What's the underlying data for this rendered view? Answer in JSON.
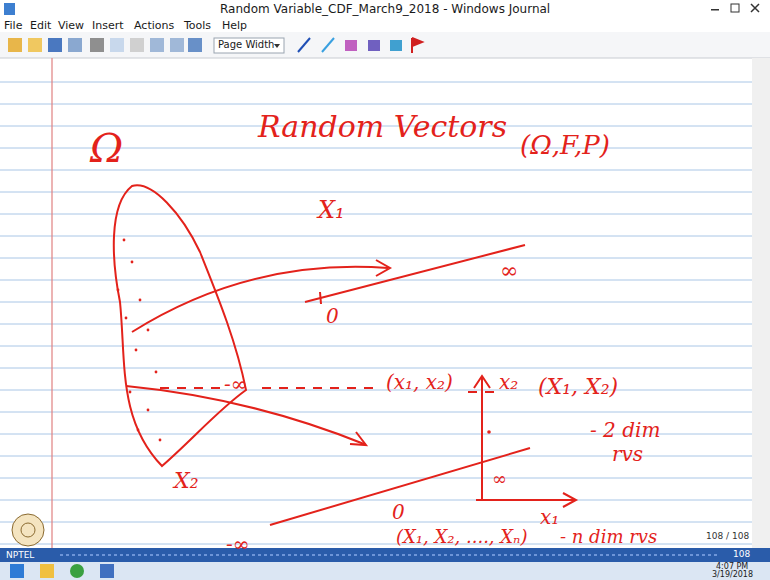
{
  "diagram": {
    "title": "Random Vectors",
    "labels": [
      "Random Variable_CDF_March9_2018 - Windows Journal",
      "File",
      "Edit",
      "View",
      "Insert",
      "Actions",
      "Tools",
      "Help",
      "Page Width",
      "(Ω,F,P)",
      "Ω",
      "X₁",
      "0",
      "∞",
      "-∞",
      "(x₁, x₂)",
      "x₂",
      "(X₁, X₂)",
      "- 2 dim",
      "rvs",
      "X₂",
      "0",
      "∞",
      "-∞",
      "x₁",
      "(X₁, X₂, ...., Xₙ)",
      "- n dim rvs",
      "108 / 108",
      "108",
      "NPTEL",
      "4:07 PM",
      "3/19/2018"
    ]
  }
}
